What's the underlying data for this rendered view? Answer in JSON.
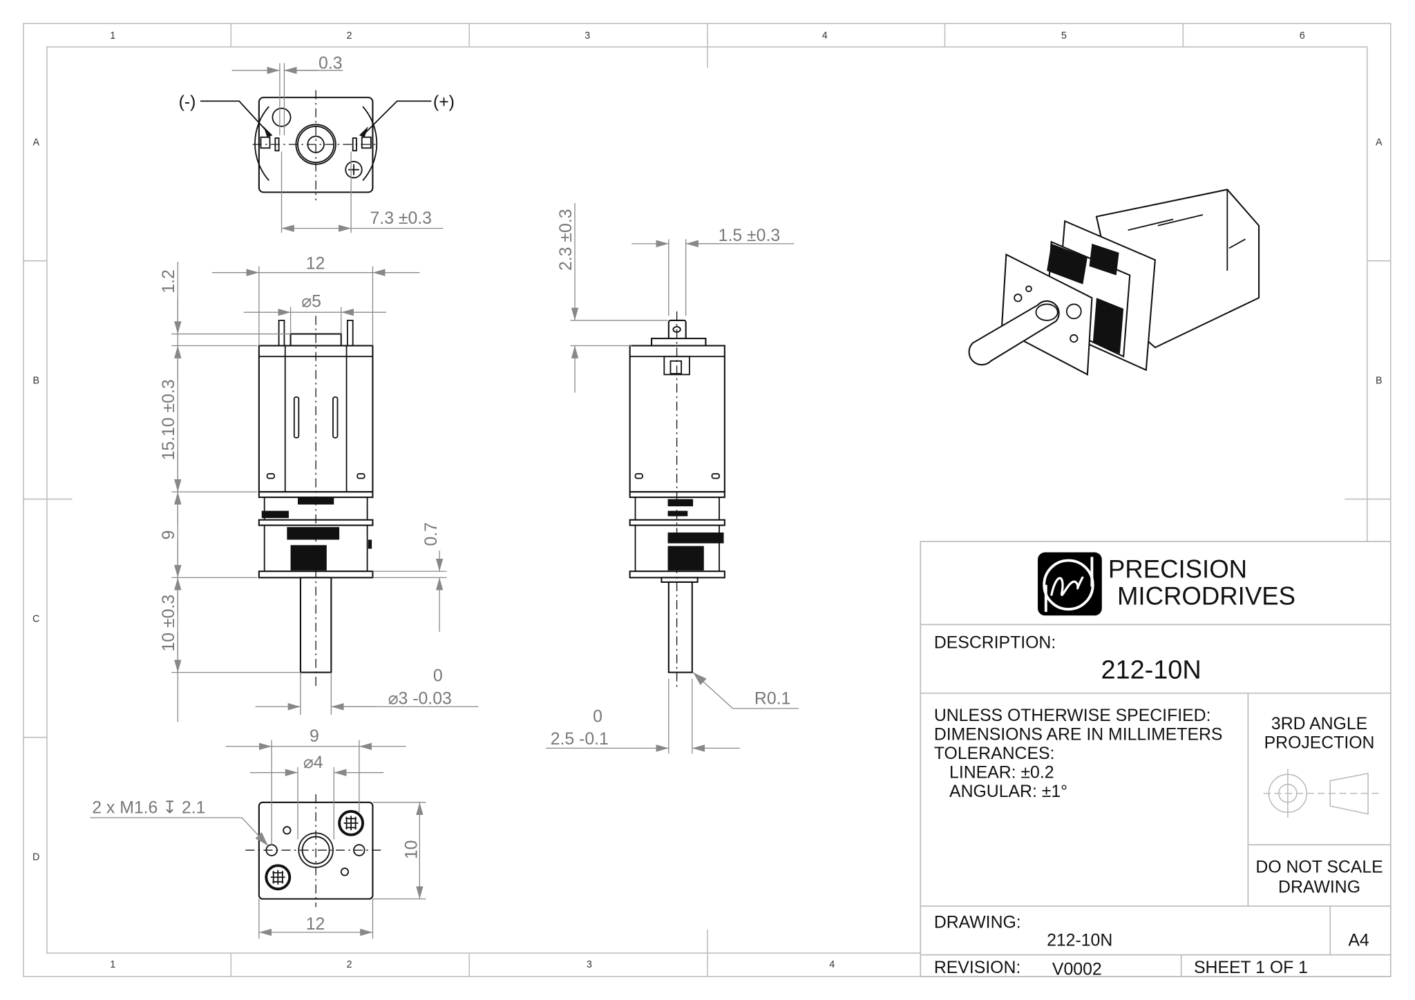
{
  "sheet": {
    "columns_top": [
      "1",
      "2",
      "3",
      "4",
      "5",
      "6"
    ],
    "columns_bottom": [
      "1",
      "2",
      "3",
      "4"
    ],
    "rows": [
      "A",
      "B",
      "C",
      "D"
    ]
  },
  "dimensions": {
    "top_view": {
      "terminal_width": "0.3",
      "terminal_spacing": "7.3 ±0.3",
      "minus": "(-)",
      "plus": "(+)"
    },
    "front_view": {
      "width": "12",
      "boss_dia": "⌀5",
      "boss_height": "1.2",
      "motor_length": "15.10 ±0.3",
      "gearbox_length": "9",
      "plate": "0.7",
      "shaft_length": "10 ±0.3",
      "shaft_tol_upper": "0",
      "shaft_dia": "⌀3 -0.03"
    },
    "side_view": {
      "tab_height": "2.3 ±0.3",
      "tab_width": "1.5 ±0.3",
      "radius": "R0.1",
      "flat_tol_upper": "0",
      "flat": "2.5 -0.1"
    },
    "bottom_view": {
      "hole_spacing": "9",
      "bore_dia": "⌀4",
      "height": "10",
      "width": "12",
      "thread_note": "2 x M1.6 ↧ 2.1"
    }
  },
  "title_block": {
    "company_line1": "PRECISION",
    "company_line2": "MICRODRIVES",
    "description_label": "DESCRIPTION:",
    "description": "212-10N",
    "notes": [
      "UNLESS OTHERWISE SPECIFIED:",
      "DIMENSIONS ARE IN MILLIMETERS",
      "TOLERANCES:",
      "LINEAR: ±0.2",
      "ANGULAR: ±1°"
    ],
    "projection": [
      "3RD ANGLE",
      "PROJECTION"
    ],
    "do_not_scale": [
      "DO NOT SCALE",
      "DRAWING"
    ],
    "drawing_label": "DRAWING:",
    "drawing": "212-10N",
    "size": "A4",
    "revision_label": "REVISION:",
    "revision": "V0002",
    "sheet": "SHEET 1 OF 1"
  },
  "colors": {
    "line": "#111111",
    "dimension": "#888888",
    "border": "#bdbdbd"
  }
}
